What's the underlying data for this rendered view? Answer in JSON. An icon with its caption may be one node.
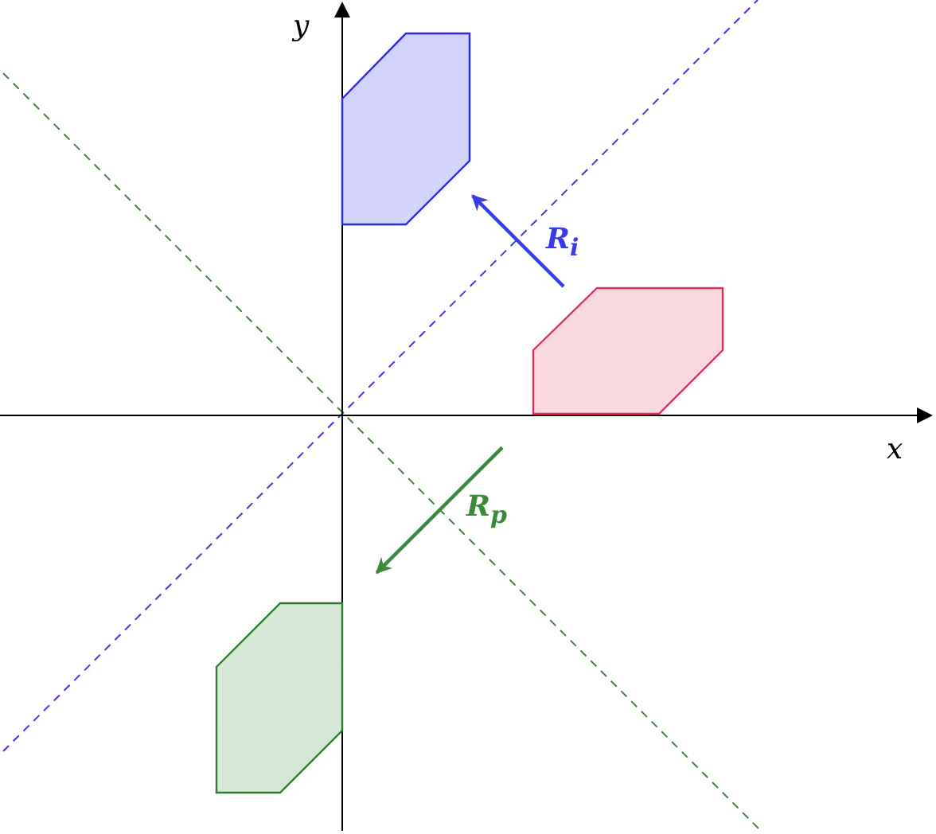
{
  "diagram": {
    "nodes": [
      {
        "text": [],
        "shape": "hexagon"
      },
      {
        "text": [],
        "shape": "hexagon"
      },
      {
        "text": [],
        "shape": "hexagon"
      }
    ],
    "edges": [
      {
        "from": 1,
        "to": 0,
        "arrow": "to",
        "label": "R$_{i}$",
        "color": "#3a3ae8"
      },
      {
        "from": 1,
        "to": 2,
        "arrow": "to",
        "label": "R$_{p}$",
        "color": "#3a8a3a"
      }
    ],
    "labels": [
      "y",
      "x"
    ]
  }
}
